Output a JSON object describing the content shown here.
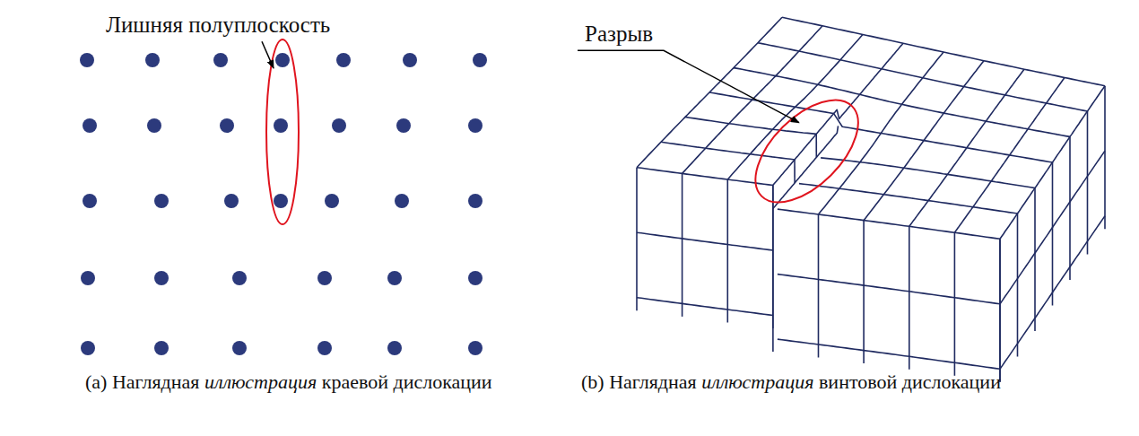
{
  "diagram": {
    "labels": [
      "Лишняя полуплоскость",
      "Разрыв",
      "(a) Наглядная иллюстрация краевой дислокации",
      "(b) Наглядная иллюстрация винтовой дислокации"
    ]
  }
}
